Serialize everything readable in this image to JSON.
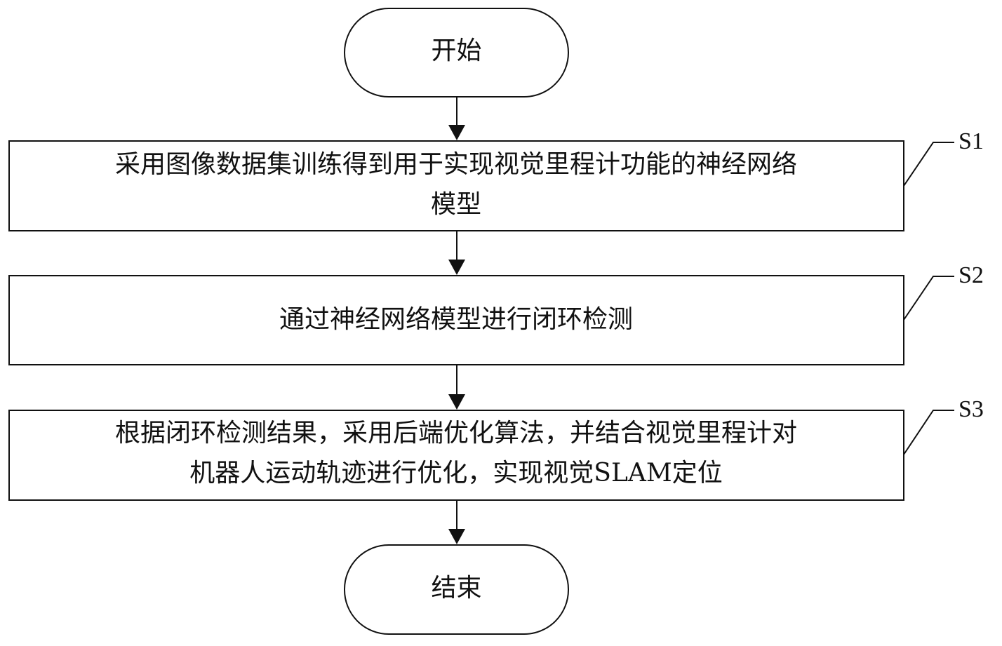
{
  "flowchart": {
    "start": {
      "label": "开始"
    },
    "steps": [
      {
        "id": "S1",
        "lines": [
          "采用图像数据集训练得到用于实现视觉里程计功能的神经网络",
          "模型"
        ]
      },
      {
        "id": "S2",
        "lines": [
          "通过神经网络模型进行闭环检测"
        ]
      },
      {
        "id": "S3",
        "lines": [
          "根据闭环检测结果，采用后端优化算法，并结合视觉里程计对",
          "机器人运动轨迹进行优化，实现视觉SLAM定位"
        ]
      }
    ],
    "end": {
      "label": "结束"
    }
  }
}
